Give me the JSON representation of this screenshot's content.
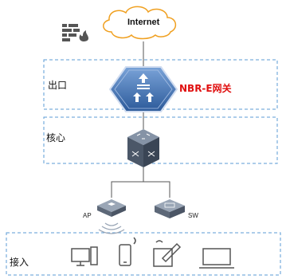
{
  "cloud": {
    "label": "Internet"
  },
  "zones": {
    "egress": {
      "label": "出口"
    },
    "core": {
      "label": "核心"
    },
    "access": {
      "label": "接入"
    }
  },
  "devices": {
    "router": {
      "label": "NBR-E网关"
    },
    "ap": {
      "label": "AP"
    },
    "switch": {
      "label": "SW"
    }
  },
  "endpoints": [
    "desktop",
    "phone",
    "tablet",
    "laptop"
  ],
  "colors": {
    "zone_border": "#5b9bd5",
    "router_fill": "#4a78b8",
    "router_label": "#e01010",
    "cloud_border": "#f0a020",
    "link": "#555555"
  },
  "icons": {
    "firewall": "firewall-icon",
    "cloud": "cloud-icon",
    "router": "router-icon",
    "core_switch": "core-switch-icon",
    "ap": "access-point-icon",
    "switch": "switch-icon",
    "wifi": "wifi-icon"
  }
}
